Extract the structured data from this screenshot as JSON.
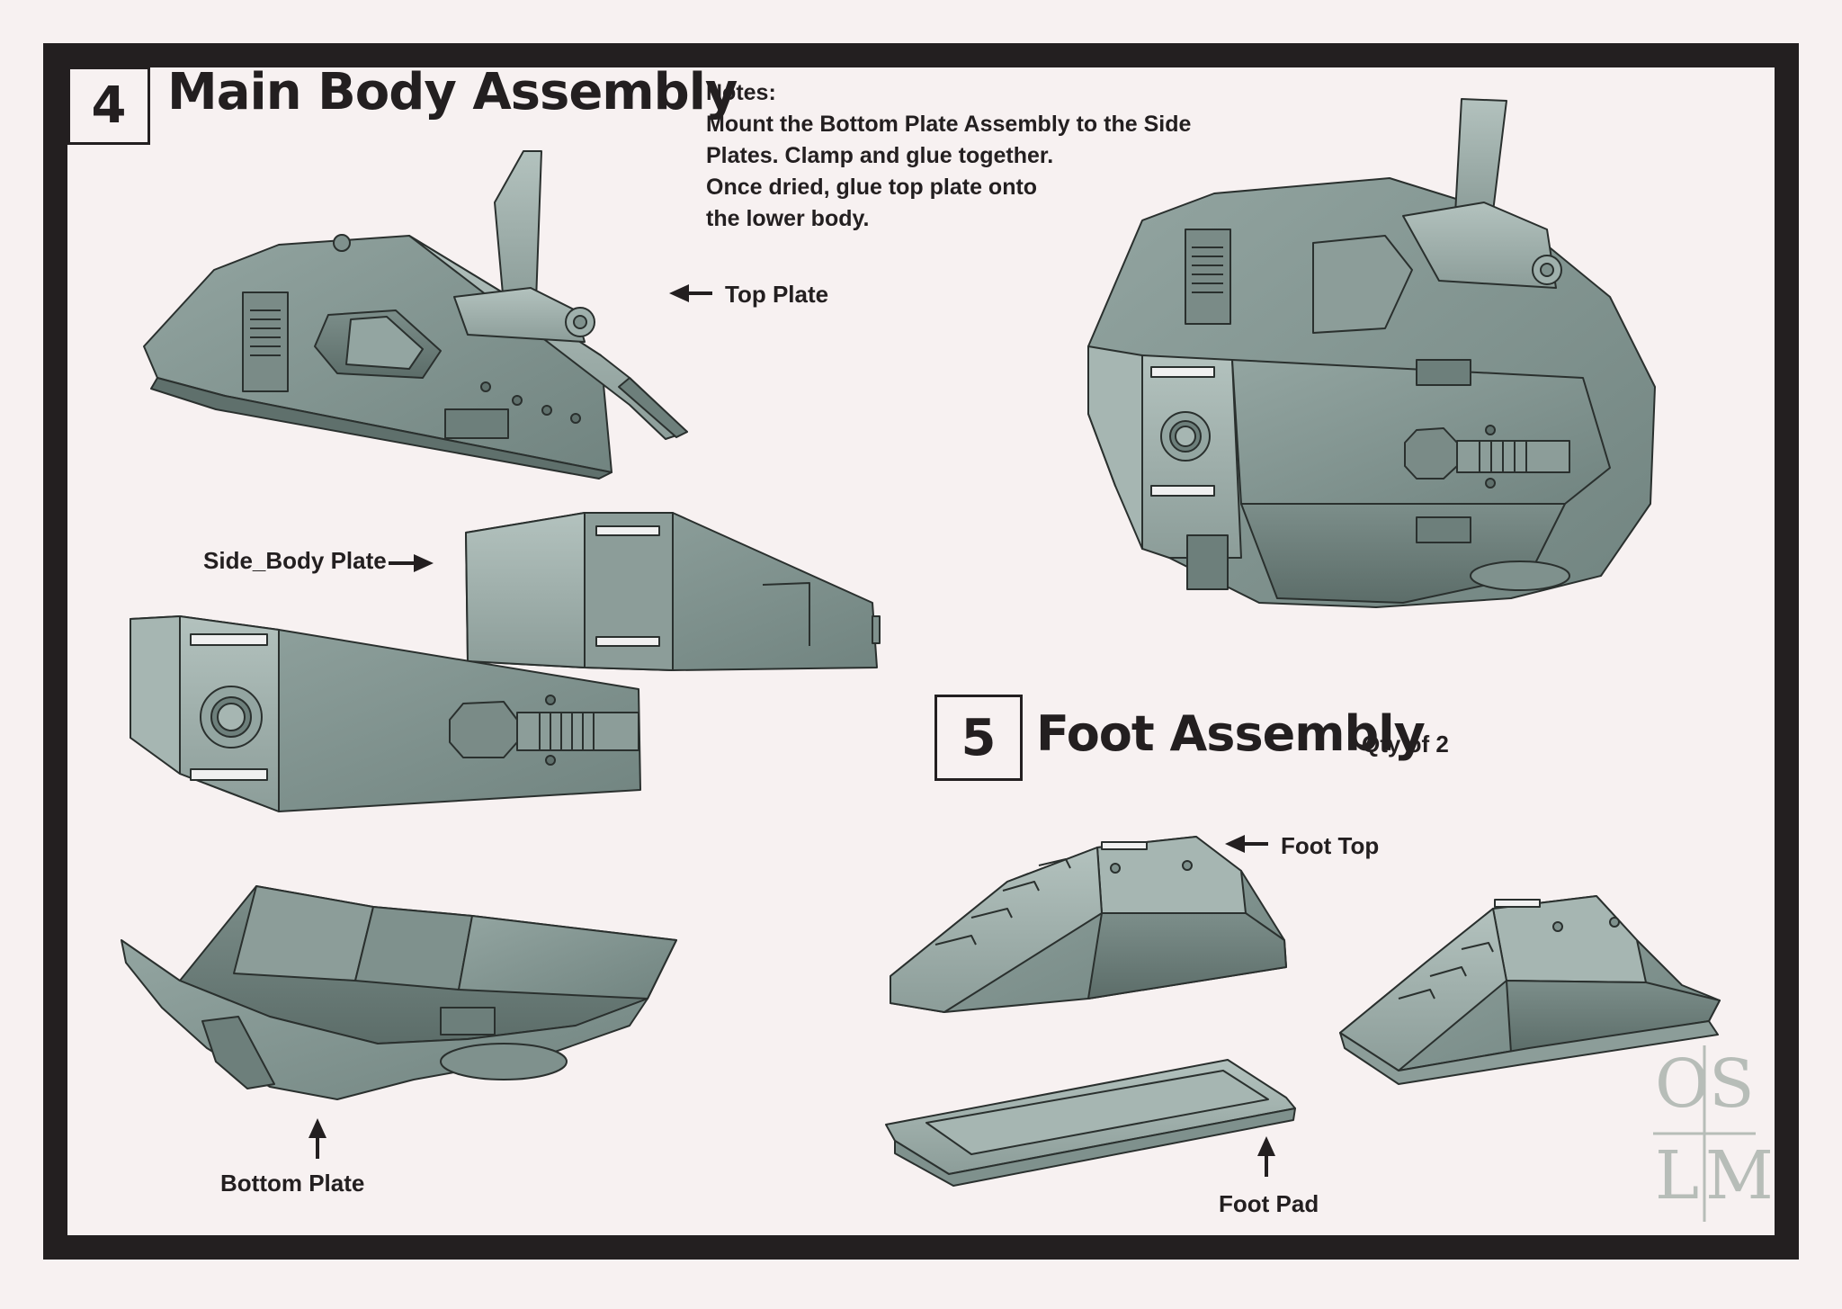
{
  "colors": {
    "frame": "#231f20",
    "paper": "#f7f1f1",
    "part_light": "#9fb0ac",
    "part_mid": "#7f918d",
    "part_dark": "#5f706c",
    "outline": "#2a302e"
  },
  "step4": {
    "number": "4",
    "title": "Main Body Assembly"
  },
  "notes": {
    "heading": "Notes:",
    "lines": [
      "Mount the Bottom Plate Assembly to the Side",
      "Plates. Clamp and glue together.",
      "Once dried, glue top plate onto",
      "the lower body."
    ]
  },
  "labels": {
    "top_plate": "Top Plate",
    "side_body_plate": "Side_Body Plate",
    "bottom_plate": "Bottom Plate",
    "foot_top": "Foot Top",
    "foot_pad": "Foot Pad"
  },
  "step5": {
    "number": "5",
    "title": "Foot Assembly",
    "qty": "Qty of 2"
  },
  "watermark": {
    "letters": [
      "O",
      "S",
      "L",
      "M"
    ]
  },
  "icons": [
    "arrow-left-icon",
    "arrow-right-icon",
    "arrow-up-icon"
  ]
}
